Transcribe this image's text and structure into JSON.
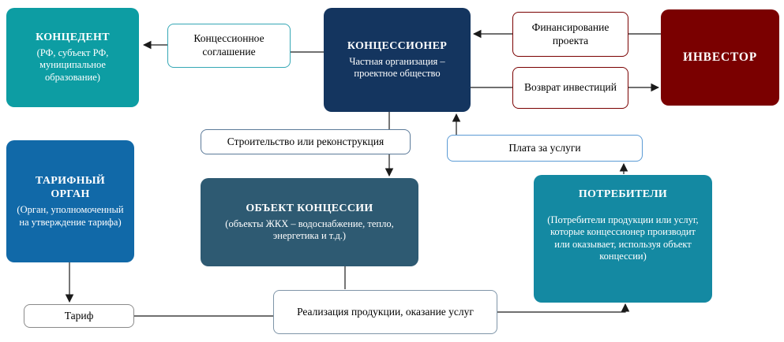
{
  "diagram": {
    "nodes": {
      "koncedent": {
        "title": "КОНЦЕДЕНТ",
        "subtitle": "(РФ, субъект РФ, муниципальное образование)",
        "color": "#0D9DA3"
      },
      "agreement": {
        "label": "Концессионное соглашение"
      },
      "concessionaire": {
        "title": "КОНЦЕССИОНЕР",
        "subtitle": "Частная организация – проектное общество",
        "color": "#14355F"
      },
      "financing": {
        "label": "Финансирование проекта",
        "border_color": "#7A0000"
      },
      "investor": {
        "title": "ИНВЕСТОР",
        "color": "#7A0000"
      },
      "return_investments": {
        "label": "Возврат инвестиций",
        "border_color": "#7A0000"
      },
      "construction": {
        "label": "Строительство или реконструкция"
      },
      "service_payment": {
        "label": "Плата за услуги"
      },
      "concession_object": {
        "title": "ОБЪЕКТ КОНЦЕССИИ",
        "subtitle": "(объекты ЖКХ – водоснабжение, тепло, энергетика и т.д.)",
        "color": "#2E5A72"
      },
      "consumers": {
        "title": "ПОТРЕБИТЕЛИ",
        "subtitle": "(Потребители продукции или услуг, которые концессионер производит или оказывает, используя объект концессии)",
        "color": "#1489A2"
      },
      "tariff_authority": {
        "title": "ТАРИФНЫЙ ОРГАН",
        "subtitle": "(Орган, уполномоченный на утверждение тарифа)",
        "color": "#1169A8"
      },
      "tariff": {
        "label": "Тариф"
      },
      "sales": {
        "label": "Реализация продукции, оказание услуг"
      }
    }
  }
}
